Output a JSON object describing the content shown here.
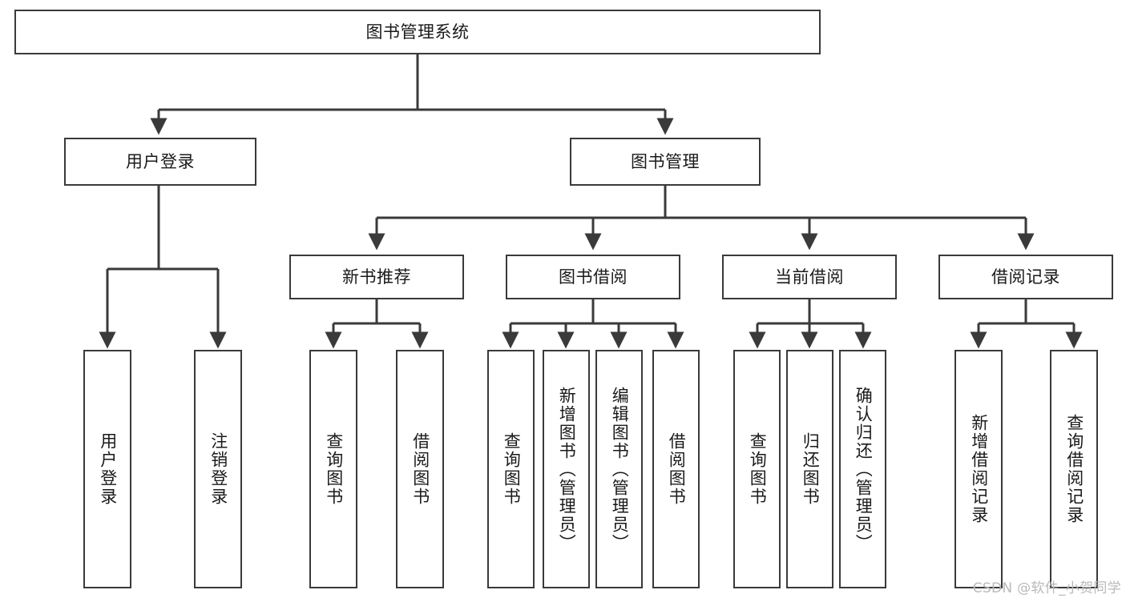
{
  "diagram": {
    "type": "hierarchy-tree",
    "title": "图书管理系统",
    "root": {
      "label": "图书管理系统"
    },
    "level2": [
      {
        "label": "用户登录"
      },
      {
        "label": "图书管理"
      }
    ],
    "level3": [
      {
        "label": "新书推荐"
      },
      {
        "label": "图书借阅"
      },
      {
        "label": "当前借阅"
      },
      {
        "label": "借阅记录"
      }
    ],
    "leaves": {
      "user_login": [
        {
          "label": "用户登录"
        },
        {
          "label": "注销登录"
        }
      ],
      "new_book_recommend": [
        {
          "label": "查询图书"
        },
        {
          "label": "借阅图书"
        }
      ],
      "book_borrow": [
        {
          "label": "查询图书"
        },
        {
          "label": "新增图书（管理员）"
        },
        {
          "label": "编辑图书（管理员）"
        },
        {
          "label": "借阅图书"
        }
      ],
      "current_borrow": [
        {
          "label": "查询图书"
        },
        {
          "label": "归还图书"
        },
        {
          "label": "确认归还（管理员）"
        }
      ],
      "borrow_record": [
        {
          "label": "新增借阅记录"
        },
        {
          "label": "查询借阅记录"
        }
      ]
    },
    "watermark": "CSDN @软件_小贺同学",
    "colors": {
      "stroke": "#3a3a3a",
      "fill": "#ffffff",
      "text": "#1a1a1a",
      "watermark": "#b9b9b9"
    }
  }
}
